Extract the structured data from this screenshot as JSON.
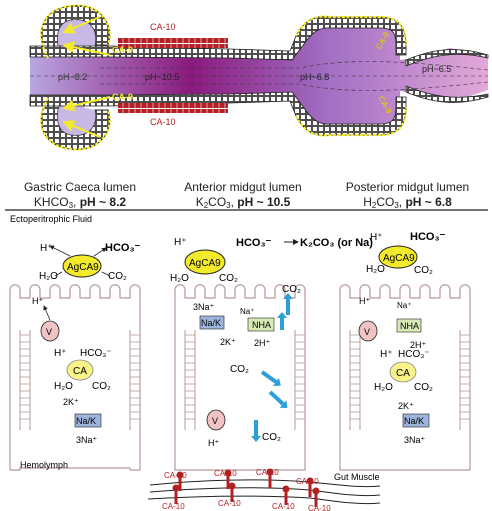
{
  "gut": {
    "ca10_labels": [
      "CA-10",
      "CA-10"
    ],
    "ca9_labels": [
      "CA-9",
      "CA-9",
      "CA-9",
      "CA-9"
    ],
    "ph_labels": [
      "pH~8.2",
      "pH~10.5",
      "pH~6.8",
      "pH~6.5"
    ]
  },
  "headers": [
    {
      "line1": "Gastric Caeca lumen",
      "line2_a": "KHCO",
      "line2_sub": "3",
      "line2_b": ", ",
      "line2_bold": "pH ~ 8.2"
    },
    {
      "line1": "Anterior midgut lumen",
      "line2_a": "K",
      "line2_sub": "2",
      "line2_c": "CO",
      "line2_sub2": "3",
      "line2_b": ", ",
      "line2_bold": "pH ~ 10.5"
    },
    {
      "line1": "Posterior midgut lumen",
      "line2_a": "H",
      "line2_sub": "2",
      "line2_c": "CO",
      "line2_sub2": "3",
      "line2_b": ", ",
      "line2_bold": "pH ~ 6.8"
    }
  ],
  "labels": {
    "ectoperitrophic": "Ectoperitrophic Fluid",
    "hemolymph": "Hemolymph",
    "gut_muscle": "Gut Muscle",
    "k2co3_note": "K₂CO₃ (or Na)"
  },
  "chem": {
    "h_plus": "H⁺",
    "hco3": "HCO₃⁻",
    "h2o": "H₂O",
    "co2": "CO₂",
    "agca9": "AgCA9",
    "ca": "CA",
    "v": "V",
    "nak": "Na/K",
    "nha": "NHA",
    "na3": "3Na⁺",
    "k2": "2K⁺",
    "h2": "2H⁺",
    "na": "Na⁺",
    "ca10": "CA-10"
  },
  "colors": {
    "ca_yellow": "#f2ea2a",
    "ca10_red": "#b32024",
    "lumen_purple": "#8a1a7d",
    "lumen_lilac": "#b9a6e0",
    "vpump_pink": "#f0c4c4",
    "nak_blue": "#9db4dc",
    "nha_green": "#d6eab6",
    "arrow_blue": "#2d9fd8",
    "membrane": "#b89a9a"
  }
}
